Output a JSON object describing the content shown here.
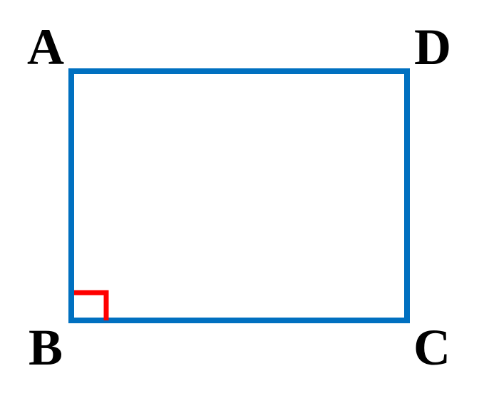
{
  "diagram": {
    "shape": "rectangle",
    "vertices": {
      "A": "A",
      "B": "B",
      "C": "C",
      "D": "D"
    },
    "right_angle_at": "B",
    "colors": {
      "outline": "#0070C0",
      "right_angle_marker": "#FF0000",
      "labels": "#000000",
      "background": "#FFFFFF"
    }
  }
}
